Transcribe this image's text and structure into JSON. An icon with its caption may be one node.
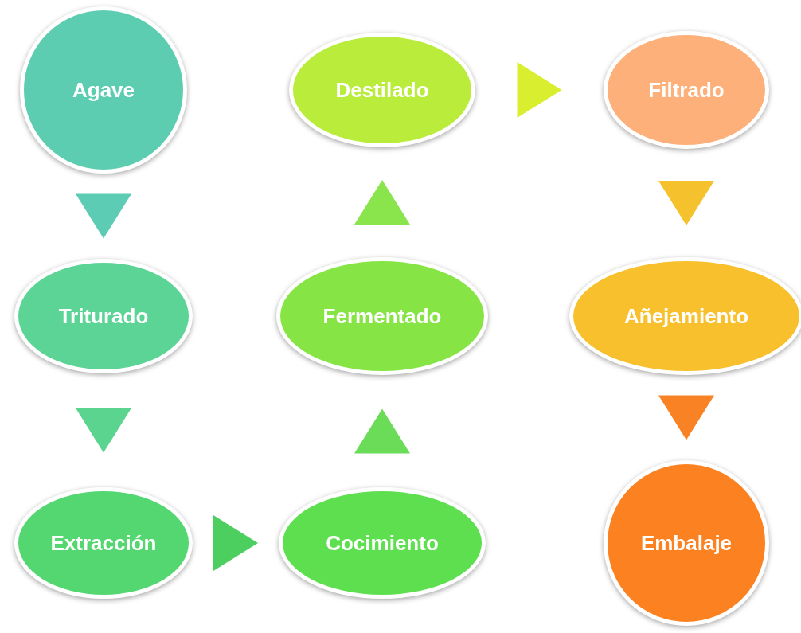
{
  "diagram": {
    "nodes": [
      {
        "text": [
          "Agave"
        ]
      },
      {
        "text": [
          "Triturado"
        ]
      },
      {
        "text": [
          "Extracción"
        ]
      },
      {
        "text": [
          "Cocimiento"
        ]
      },
      {
        "text": [
          "Fermentado"
        ]
      },
      {
        "text": [
          "Destilado"
        ]
      },
      {
        "text": [
          "Filtrado"
        ]
      },
      {
        "text": [
          "Añejamiento"
        ]
      },
      {
        "text": [
          "Embalaje"
        ]
      }
    ],
    "edges": [
      {
        "from": 0,
        "to": 1,
        "arrow": "to",
        "color": "#5ccdb4"
      },
      {
        "from": 1,
        "to": 2,
        "arrow": "to",
        "color": "#5ad48e"
      },
      {
        "from": 2,
        "to": 3,
        "arrow": "to",
        "color": "#4dcf60"
      },
      {
        "from": 3,
        "to": 4,
        "arrow": "to",
        "color": "#6adc58"
      },
      {
        "from": 4,
        "to": 5,
        "arrow": "to",
        "color": "#8ae44c"
      },
      {
        "from": 5,
        "to": 6,
        "arrow": "to",
        "color": "#d9ee2e"
      },
      {
        "from": 6,
        "to": 7,
        "arrow": "to",
        "color": "#f5c12c"
      },
      {
        "from": 7,
        "to": 8,
        "arrow": "to",
        "color": "#f98324"
      }
    ]
  }
}
